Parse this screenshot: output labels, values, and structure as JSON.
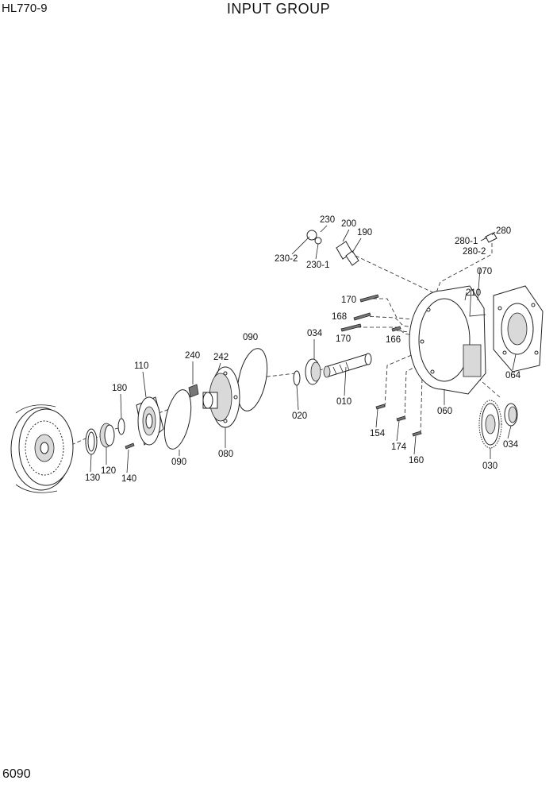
{
  "header": {
    "model": "HL770-9",
    "title": "INPUT GROUP"
  },
  "footer": {
    "page_number": "6090"
  },
  "callouts": [
    {
      "id": "c-230",
      "text": "230"
    },
    {
      "id": "c-200",
      "text": "200"
    },
    {
      "id": "c-190",
      "text": "190"
    },
    {
      "id": "c-230-2",
      "text": "230-2"
    },
    {
      "id": "c-230-1",
      "text": "230-1"
    },
    {
      "id": "c-280",
      "text": "280"
    },
    {
      "id": "c-280-1",
      "text": "280-1"
    },
    {
      "id": "c-280-2",
      "text": "280-2"
    },
    {
      "id": "c-070",
      "text": "070"
    },
    {
      "id": "c-210",
      "text": "210"
    },
    {
      "id": "c-170a",
      "text": "170"
    },
    {
      "id": "c-168",
      "text": "168"
    },
    {
      "id": "c-170b",
      "text": "170"
    },
    {
      "id": "c-166",
      "text": "166"
    },
    {
      "id": "c-090a",
      "text": "090"
    },
    {
      "id": "c-034a",
      "text": "034"
    },
    {
      "id": "c-240",
      "text": "240"
    },
    {
      "id": "c-242",
      "text": "242"
    },
    {
      "id": "c-110",
      "text": "110"
    },
    {
      "id": "c-180",
      "text": "180"
    },
    {
      "id": "c-064",
      "text": "064"
    },
    {
      "id": "c-020",
      "text": "020"
    },
    {
      "id": "c-010",
      "text": "010"
    },
    {
      "id": "c-060",
      "text": "060"
    },
    {
      "id": "c-154",
      "text": "154"
    },
    {
      "id": "c-174",
      "text": "174"
    },
    {
      "id": "c-160",
      "text": "160"
    },
    {
      "id": "c-034b",
      "text": "034"
    },
    {
      "id": "c-030",
      "text": "030"
    },
    {
      "id": "c-090b",
      "text": "090"
    },
    {
      "id": "c-080",
      "text": "080"
    },
    {
      "id": "c-130",
      "text": "130"
    },
    {
      "id": "c-120",
      "text": "120"
    },
    {
      "id": "c-140",
      "text": "140"
    }
  ]
}
